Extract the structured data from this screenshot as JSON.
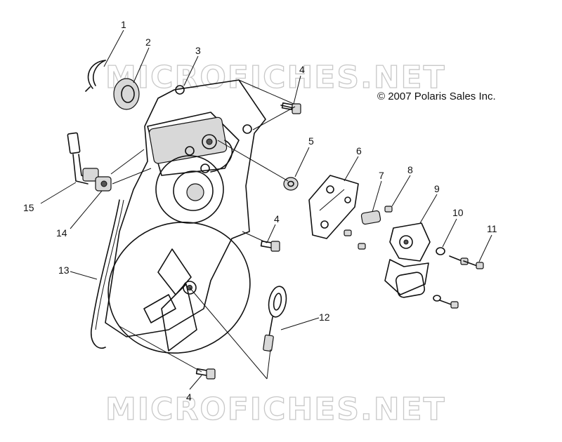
{
  "copyright": "© 2007 Polaris Sales Inc.",
  "watermarks": [
    "MICROFICHES.NET",
    "MICROFICHES.NET"
  ],
  "callouts": [
    "1",
    "2",
    "3",
    "4",
    "5",
    "6",
    "7",
    "8",
    "9",
    "10",
    "11",
    "12",
    "13",
    "4",
    "15",
    "14",
    "4"
  ]
}
